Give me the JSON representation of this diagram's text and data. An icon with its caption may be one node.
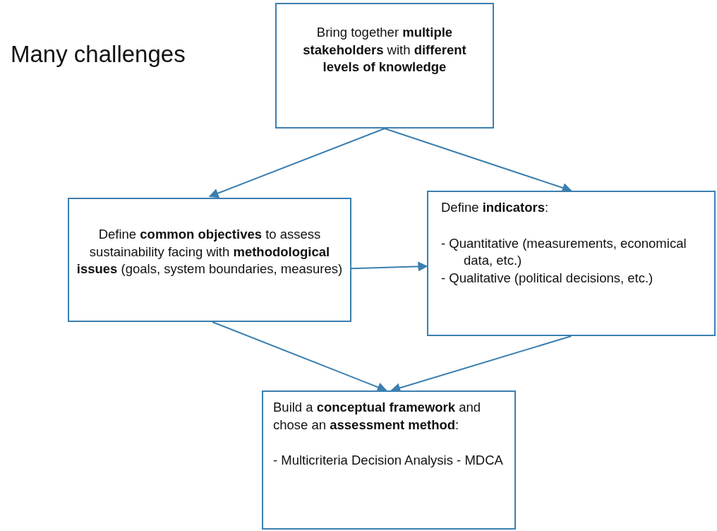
{
  "diagram": {
    "title": "Many challenges",
    "nodes": [
      {
        "text": [
          "Bring together **multiple stakeholders** with **different levels of knowledge**"
        ]
      },
      {
        "text": [
          "Define **common objectives** to assess sustainability facing with **methodological issues** (goals, system boundaries, measures)"
        ]
      },
      {
        "text": [
          "Define **indicators**:",
          "- Quantitative (measurements, economical data, etc.)",
          "- Qualitative (political decisions, etc.)"
        ]
      },
      {
        "text": [
          "Build a **conceptual framework** and chose an **assessment method**:",
          "- Multicriteria Decision Analysis - MDCA"
        ]
      }
    ],
    "edges": [
      {
        "from": 0,
        "to": 1,
        "arrow": "to"
      },
      {
        "from": 0,
        "to": 2,
        "arrow": "to"
      },
      {
        "from": 1,
        "to": 2,
        "arrow": "to"
      },
      {
        "from": 1,
        "to": 3,
        "arrow": "to"
      },
      {
        "from": 2,
        "to": 3,
        "arrow": "to"
      }
    ]
  }
}
